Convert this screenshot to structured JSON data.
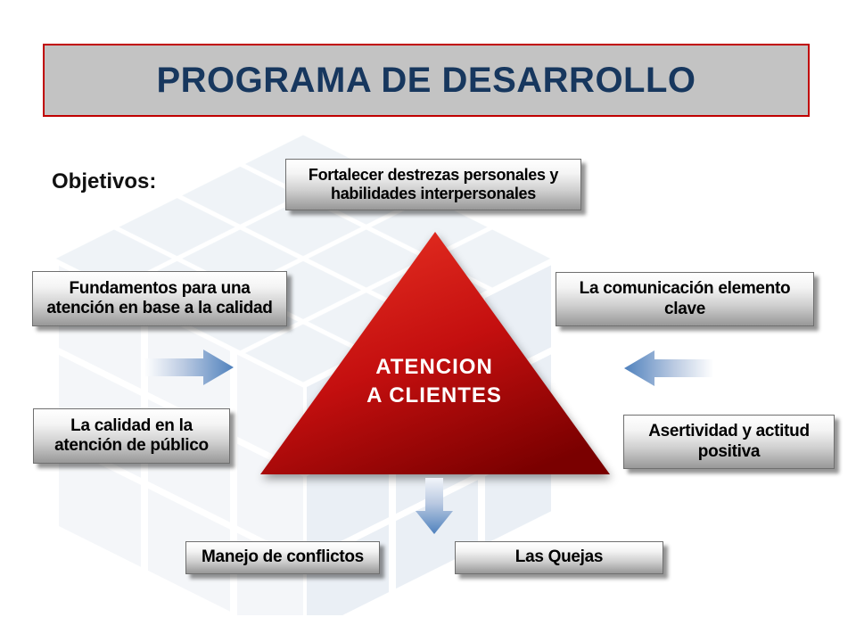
{
  "slide": {
    "title": "PROGRAMA DE DESARROLLO",
    "objectives_label": "Objetivos:"
  },
  "triangle": {
    "label_line1": "ATENCION",
    "label_line2": "A CLIENTES"
  },
  "boxes": [
    {
      "id": "top",
      "label": "Fortalecer destrezas personales y\nhabilidades interpersonales"
    },
    {
      "id": "left-upper",
      "label": "Fundamentos para una\natención en base a la calidad"
    },
    {
      "id": "right-upper",
      "label": "La comunicación elemento\nclave"
    },
    {
      "id": "left-lower",
      "label": "La calidad en la\natención de público"
    },
    {
      "id": "right-lower",
      "label": "Asertividad y actitud\npositiva"
    },
    {
      "id": "bottom-left",
      "label": "Manejo de conflictos"
    },
    {
      "id": "bottom-right",
      "label": "Las Quejas"
    }
  ],
  "colors": {
    "title_text": "#17375e",
    "title_border": "#c00000",
    "title_background": "#c3c3c3",
    "triangle_red_top": "#e63022",
    "triangle_red_bottom": "#7a0000",
    "triangle_text": "#ffffff",
    "arrow_blue": "#4f81bd",
    "box_border": "#6f6f6f"
  }
}
